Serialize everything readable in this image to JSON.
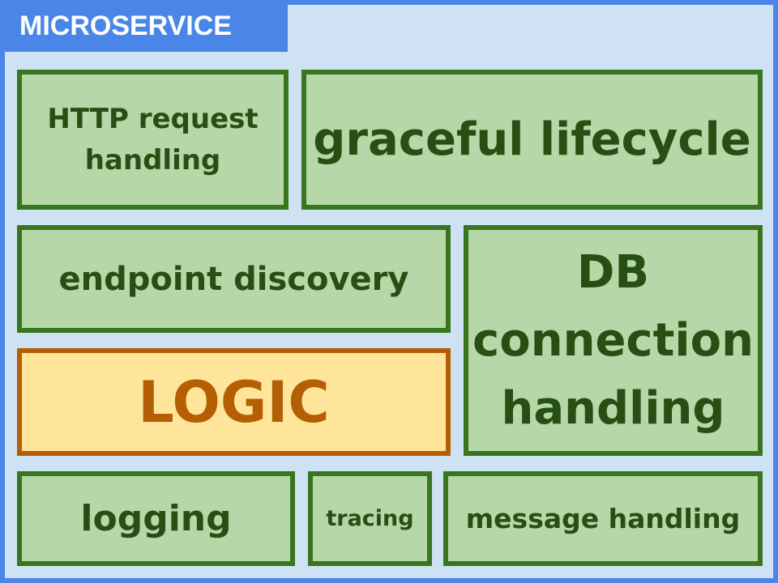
{
  "diagram": {
    "title": "MICROSERVICE",
    "colors": {
      "container_border": "#4a86e8",
      "container_fill": "#cfe2f3",
      "component_border": "#38761d",
      "component_fill": "#b6d7a8",
      "component_text": "#274e13",
      "logic_border": "#b45f06",
      "logic_fill": "#ffe599",
      "logic_text": "#b45f06"
    },
    "components": {
      "http": "HTTP request handling",
      "lifecycle": "graceful lifecycle",
      "endpoint": "endpoint discovery",
      "db": "DB connection handling",
      "logic": "LOGIC",
      "logging": "logging",
      "tracing": "tracing",
      "message": "message handling"
    }
  }
}
